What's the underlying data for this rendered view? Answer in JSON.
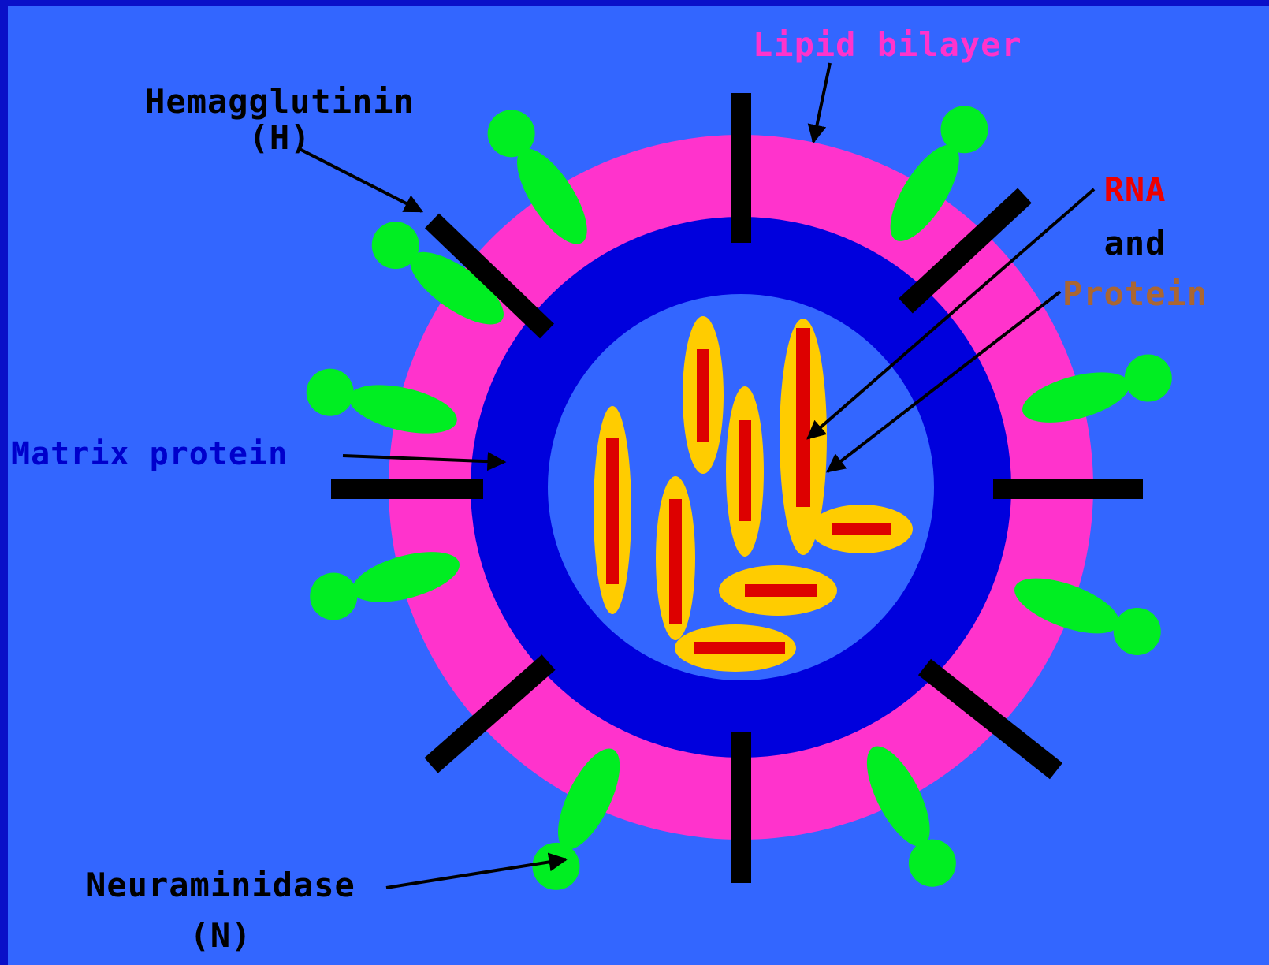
{
  "labels": {
    "lipid_bilayer": "Lipid bilayer",
    "hemagglutinin_line1": "Hemagglutinin",
    "hemagglutinin_line2": "(H)",
    "rna": "RNA",
    "and": "and",
    "protein": "Protein",
    "matrix_protein": "Matrix protein",
    "neuraminidase_line1": "Neuraminidase",
    "neuraminidase_line2": "(N)"
  },
  "colors": {
    "background": "#3366ff",
    "frame": "#0a10c8",
    "lipid_bilayer": "#ff33cc",
    "matrix": "#0000dd",
    "core": "#3366ff",
    "spike_green": "#00ee22",
    "spike_black": "#000000",
    "segment_outer": "#ffcc00",
    "segment_inner": "#dd0000",
    "label_black": "#000000",
    "label_pink": "#ff33cc",
    "label_red": "#ee0000",
    "label_brown": "#aa6633",
    "label_blue": "#0000cc"
  }
}
